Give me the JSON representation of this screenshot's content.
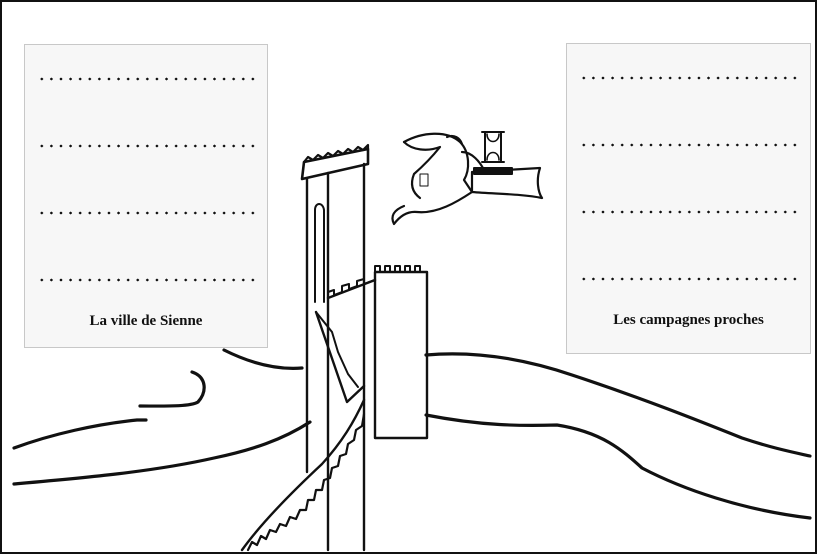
{
  "left_panel": {
    "caption": "La ville de Sienne",
    "answer_lines": 4
  },
  "right_panel": {
    "caption": "Les campagnes proches",
    "answer_lines": 4
  },
  "illustration": {
    "subject": "city wall and tower dividing the city from the countryside, with a winged figure holding an hourglass",
    "icons": [
      "tower-icon",
      "city-wall-icon",
      "hills-icon",
      "winged-figure-icon",
      "hourglass-icon"
    ]
  },
  "colors": {
    "ink": "#111111",
    "panel_fill": "#f7f7f7",
    "panel_border": "#c8c8c8"
  }
}
